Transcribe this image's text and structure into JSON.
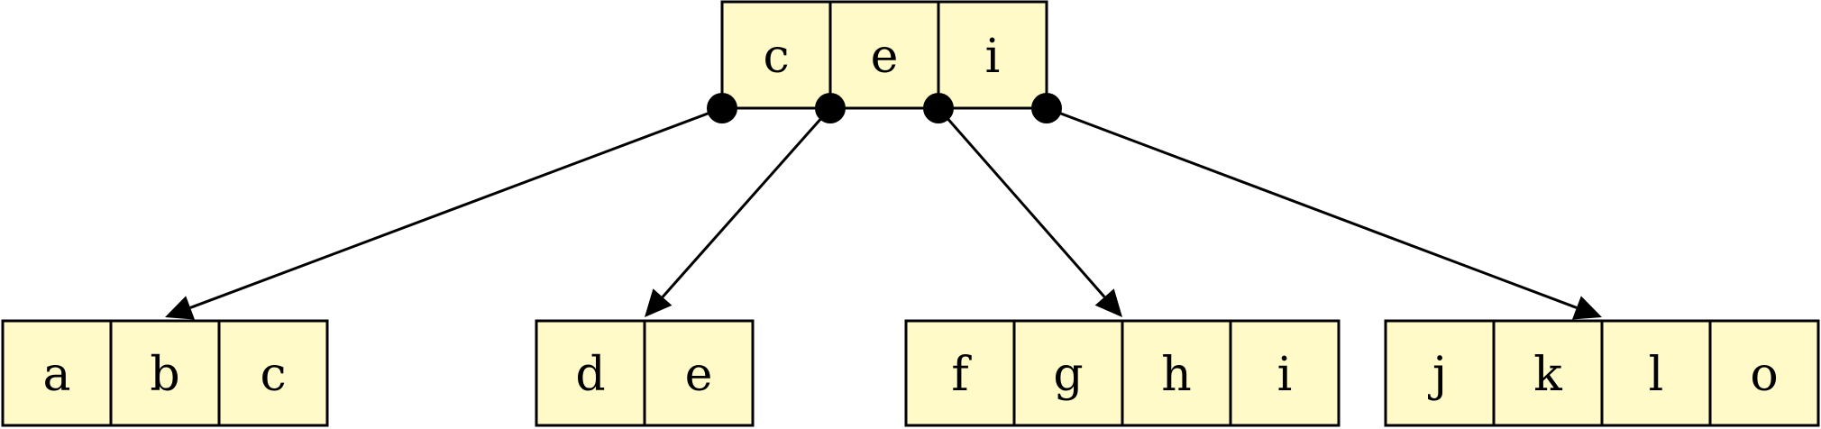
{
  "colors": {
    "cell_fill": "#fffac8",
    "stroke": "#000000"
  },
  "root": {
    "keys": [
      "c",
      "e",
      "i"
    ]
  },
  "children": [
    {
      "keys": [
        "a",
        "b",
        "c"
      ]
    },
    {
      "keys": [
        "d",
        "e"
      ]
    },
    {
      "keys": [
        "f",
        "g",
        "h",
        "i"
      ]
    },
    {
      "keys": [
        "j",
        "k",
        "l",
        "o"
      ]
    }
  ]
}
